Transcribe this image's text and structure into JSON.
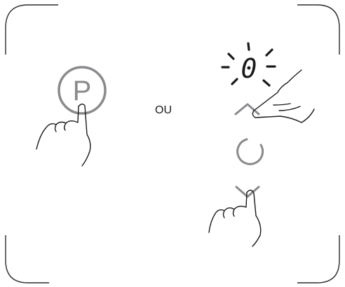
{
  "left_button": {
    "letter": "P",
    "icon": "p-circle-icon"
  },
  "separator_text": "OU",
  "display": {
    "digit": "0",
    "icon": "blinking-digit-icon"
  },
  "controls": {
    "up": {
      "icon": "chevron-up-icon"
    },
    "center": {
      "icon": "circle-ring-icon"
    },
    "down": {
      "icon": "chevron-down-icon"
    }
  },
  "colors": {
    "frame": "#2b2b2b",
    "icon_gray": "#8a8a8e",
    "hand": "#1a1a1a"
  }
}
